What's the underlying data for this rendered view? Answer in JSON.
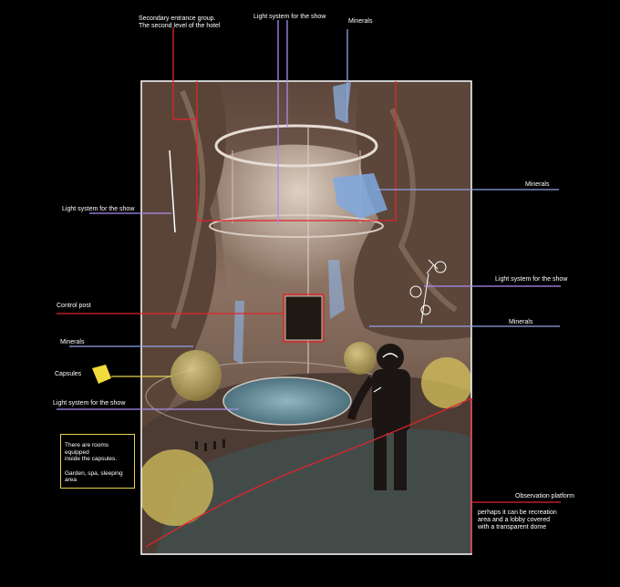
{
  "labels": {
    "secondary_entrance": "Secondary entrance group.\nThe second level of the hotel",
    "light_top": "Light system for the show",
    "minerals_top": "Minerals",
    "minerals_right_top": "Minerals",
    "light_left": "Light system for the show",
    "light_right": "Light system for the show",
    "control_post": "Control post",
    "minerals_right_mid": "Minerals",
    "minerals_left": "Minerals",
    "capsules": "Capsules",
    "light_lower_left": "Light system for the show",
    "observation_platform": "Observation platform",
    "observation_note": "perhaps it can be recreation\narea and a lobby covered\nwith a transparent dome"
  },
  "note_box": {
    "line1": "There are rooms equipped\ninside the capsules.",
    "line2": "Garden, spa, sleeping area"
  },
  "colors": {
    "background": "#000000",
    "frame": "#ffffff",
    "highlight_red": "#e0242c",
    "light_system_violet": "#a98df0",
    "minerals_blue": "#8fa4e8",
    "capsule_yellow": "#e8d24a",
    "rock": "#6e5648"
  }
}
